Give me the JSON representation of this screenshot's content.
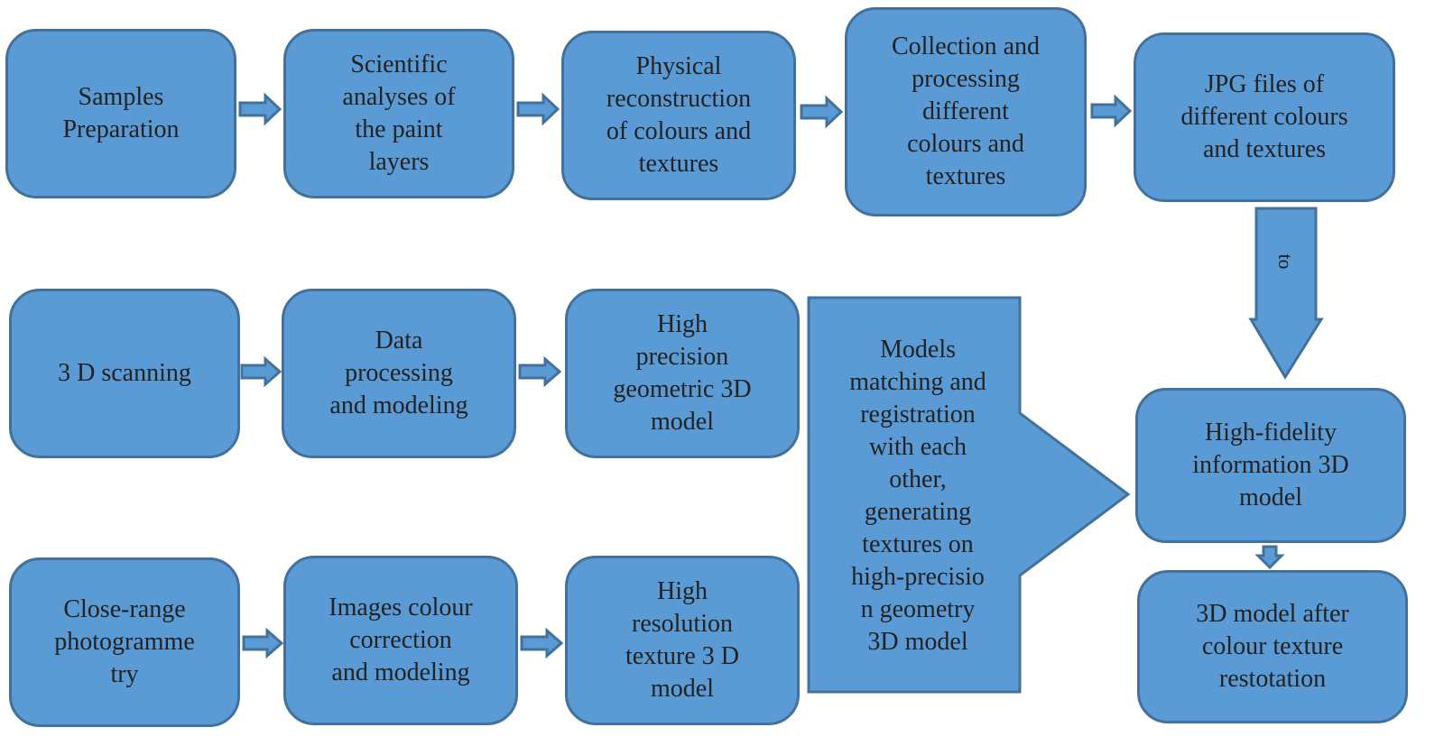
{
  "colors": {
    "box_fill": "#5b9bd5",
    "box_stroke": "#41719c",
    "text": "#222222"
  },
  "row1": {
    "samples": "Samples\nPreparation",
    "scientific": "Scientific\nanalyses of\nthe paint\nlayers",
    "physical": "Physical\nreconstruction\nof colours and\ntextures",
    "collection": "Collection and\nprocessing\ndifferent\ncolours and\ntextures",
    "jpg": "JPG files of\ndifferent colours\nand textures"
  },
  "down_arrow_label": "to",
  "row2": {
    "scanning": "3 D scanning",
    "data_processing": "Data\nprocessing\nand modeling",
    "high_precision": "High\nprecision\ngeometric 3D\nmodel"
  },
  "row3": {
    "close_range": "Close-range\nphotogramme\ntry",
    "images_colour": "Images colour\ncorrection\nand modeling",
    "high_resolution": "High\nresolution\ntexture 3 D\nmodel"
  },
  "merge": {
    "text": "Models\nmatching and\nregistration\nwith each\nother,\ngenerating\ntextures on\nhigh-precisio\nn geometry\n3D model"
  },
  "right": {
    "high_fidelity": "High-fidelity\ninformation 3D\nmodel",
    "after_restoration": "3D model after\ncolour texture\nrestotation"
  }
}
